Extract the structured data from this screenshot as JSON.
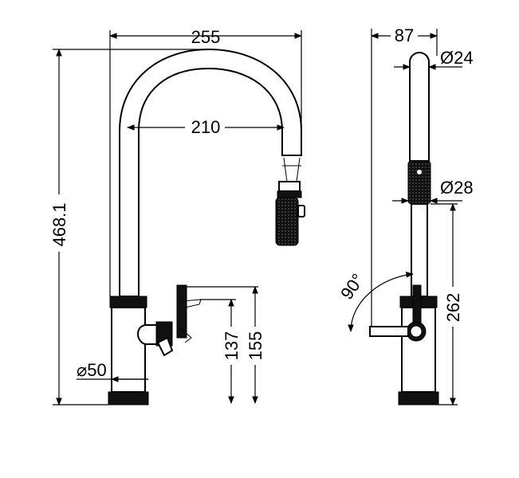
{
  "front_view": {
    "width_overall": "255",
    "spout_reach": "210",
    "height_overall": "468.1",
    "base_diameter": "⌀50",
    "handle_height": "137",
    "lever_top_height": "155"
  },
  "side_view": {
    "depth": "87",
    "spout_diameter": "Ø24",
    "sprayhead_diameter": "Ø28",
    "body_height": "262",
    "lever_rotation": "90°"
  },
  "colors": {
    "line": "#000000",
    "fill_dark": "#111111",
    "background": "#ffffff"
  }
}
